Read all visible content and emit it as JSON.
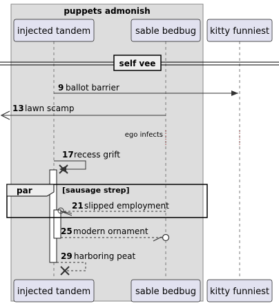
{
  "group_box": {
    "title": "puppets admonish"
  },
  "participants": [
    {
      "id": "p1",
      "label": "injected tandem"
    },
    {
      "id": "p2",
      "label": "sable bedbug"
    },
    {
      "id": "p3",
      "label": "kitty funniest"
    }
  ],
  "divider": {
    "label": "self vee"
  },
  "messages": [
    {
      "num": "9",
      "text": "ballot barrier"
    },
    {
      "num": "13",
      "text": "lawn scamp"
    },
    {
      "num": "17",
      "text": "recess grift"
    },
    {
      "num": "21",
      "text": "slipped employment"
    },
    {
      "num": "25",
      "text": "modern ornament"
    },
    {
      "num": "29",
      "text": "harboring peat"
    }
  ],
  "note": {
    "text": "ego infects"
  },
  "par": {
    "keyword": "par",
    "condition": "[sausage strep]"
  }
}
